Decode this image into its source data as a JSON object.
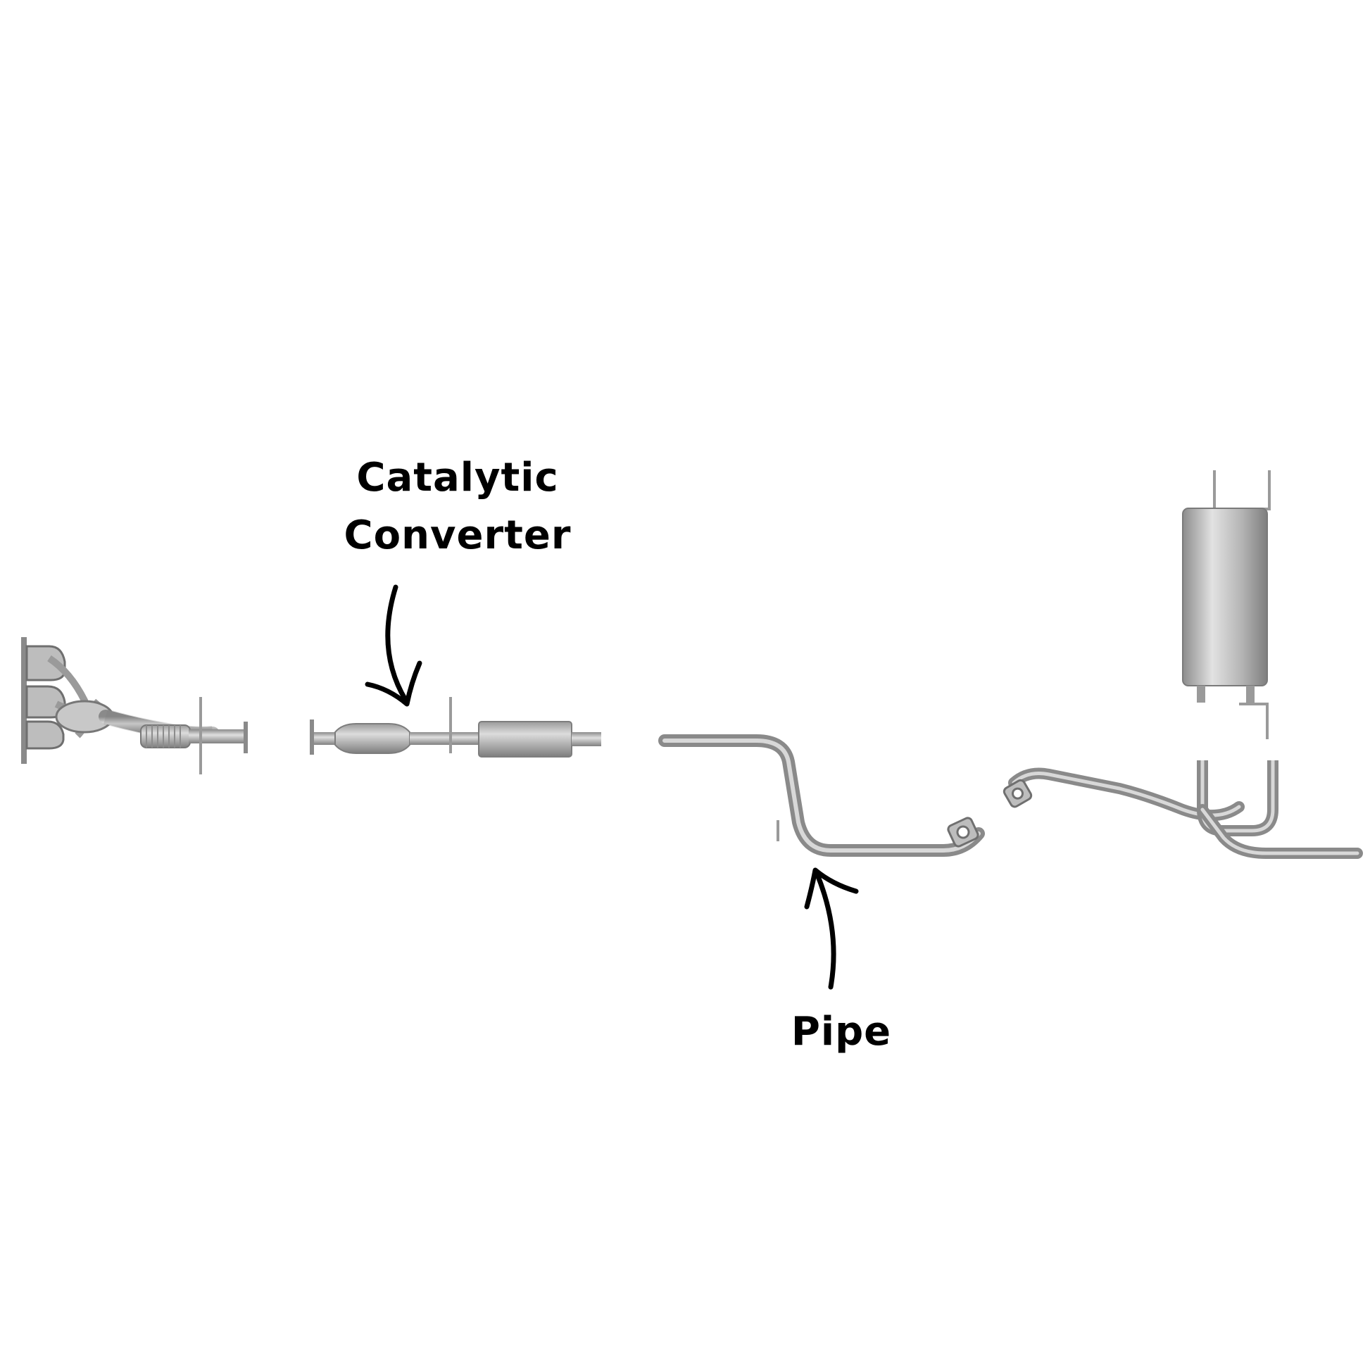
{
  "labels": {
    "catalytic_line1": "Catalytic",
    "catalytic_line2": "Converter",
    "pipe": "Pipe"
  },
  "colors": {
    "background": "#ffffff",
    "metal": "#a9a9a9",
    "metal_dark": "#7a7a7a",
    "metal_light": "#d6d6d6",
    "arrow": "#000000"
  },
  "parts": [
    "exhaust-manifold",
    "catalytic-converter-section",
    "mid-pipe",
    "rear-muffler-assembly"
  ]
}
